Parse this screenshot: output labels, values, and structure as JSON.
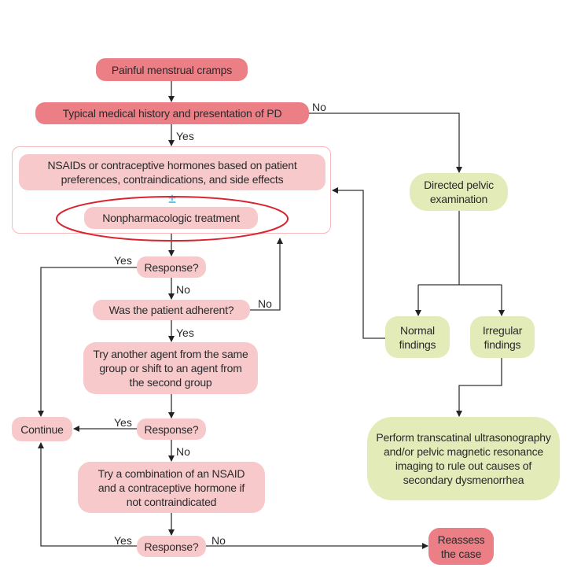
{
  "colors": {
    "primary_node": "#ec7f86",
    "secondary_node": "#f7c9cb",
    "examination_node": "#e3ebb9",
    "plus_minus": "#5cc1e8",
    "highlight_ellipse": "#d9232e"
  },
  "nodes": {
    "start": "Painful menstrual cramps",
    "history": "Typical medical history and presentation of PD",
    "first_line": "NSAIDs or contraceptive hormones based on patient preferences, contraindications, and side effects",
    "plus_minus": "±",
    "nonpharm": "Nonpharmacologic treatment",
    "response1": "Response?",
    "adherent": "Was the patient adherent?",
    "try_another": "Try another agent from the same group or shift to an agent from the second group",
    "response2": "Response?",
    "continue": "Continue",
    "combination": "Try a combination of an NSAID and a contraceptive hormone if not contraindicated",
    "response3": "Response?",
    "reassess": "Reassess the case",
    "pelvic_exam": "Directed pelvic examination",
    "normal": "Normal findings",
    "irregular": "Irregular findings",
    "imaging": "Perform transcatinal ultrasonography and/or pelvic magnetic resonance imaging to rule out causes of secondary dysmenorrhea"
  },
  "edge_labels": {
    "history_no": "No",
    "history_yes": "Yes",
    "r1_yes": "Yes",
    "r1_no": "No",
    "adherent_no": "No",
    "adherent_yes": "Yes",
    "r2_yes": "Yes",
    "r2_no": "No",
    "r3_yes": "Yes",
    "r3_no": "No"
  }
}
